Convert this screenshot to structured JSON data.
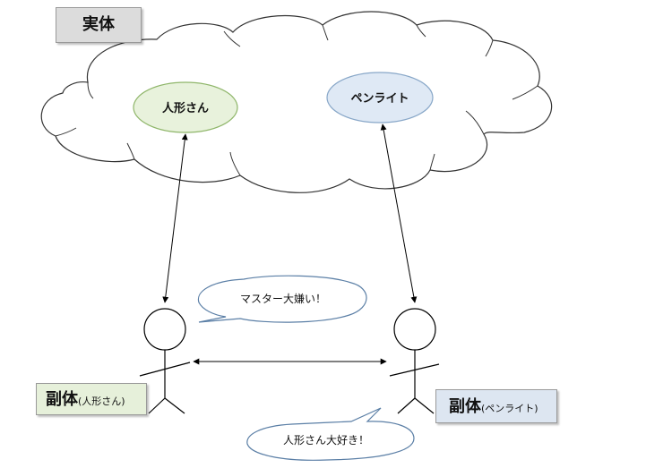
{
  "entity_label": "実体",
  "doll": {
    "name": "人形さん"
  },
  "penlight": {
    "name": "ペンライト"
  },
  "sub_doll": {
    "main": "副体",
    "paren": "(人形さん)"
  },
  "sub_pen": {
    "main": "副体",
    "paren": "(ペンライト)"
  },
  "speech_doll": "マスター大嫌い！",
  "speech_pen": "人形さん大好き！",
  "colors": {
    "cloud_fill": "#ffffff",
    "doll_fill": "#e8f2dc",
    "doll_stroke": "#8fb66a",
    "pen_fill": "#dfe9f5",
    "pen_stroke": "#88a7c8",
    "entity_label_bg": "#dcdcdc",
    "sub_doll_bg": "#e6f0da",
    "sub_pen_bg": "#dde6f1",
    "line": "#000000",
    "bubble_stroke": "#5b7fa6"
  }
}
